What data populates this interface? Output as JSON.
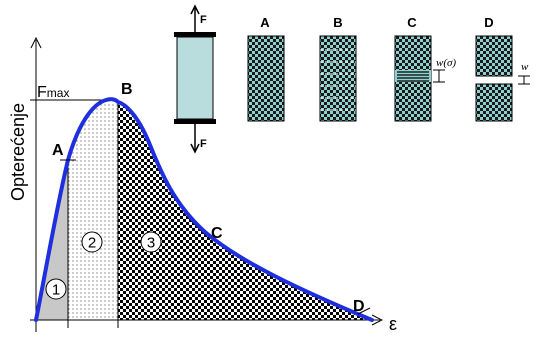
{
  "y_axis_label": "Opterećenje",
  "x_axis_label": "ε",
  "fmax_label": "F",
  "fmax_subscript": "max",
  "points": {
    "A": "A",
    "B": "B",
    "C": "C",
    "D": "D"
  },
  "zones": {
    "z1": "1",
    "z2": "2",
    "z3": "3"
  },
  "specimen": {
    "force_top": "F",
    "force_bottom": "F"
  },
  "stages": {
    "A": "A",
    "B": "B",
    "C": "C",
    "D": "D"
  },
  "crack_width_label_c": "w(σ)",
  "crack_width_label_d": "w",
  "colors": {
    "curve": "#1f2fe0",
    "specimen_fill": "#b9dcdc",
    "pattern_fill": "#8fd0cf",
    "zone1": "#c8c8c8"
  }
}
